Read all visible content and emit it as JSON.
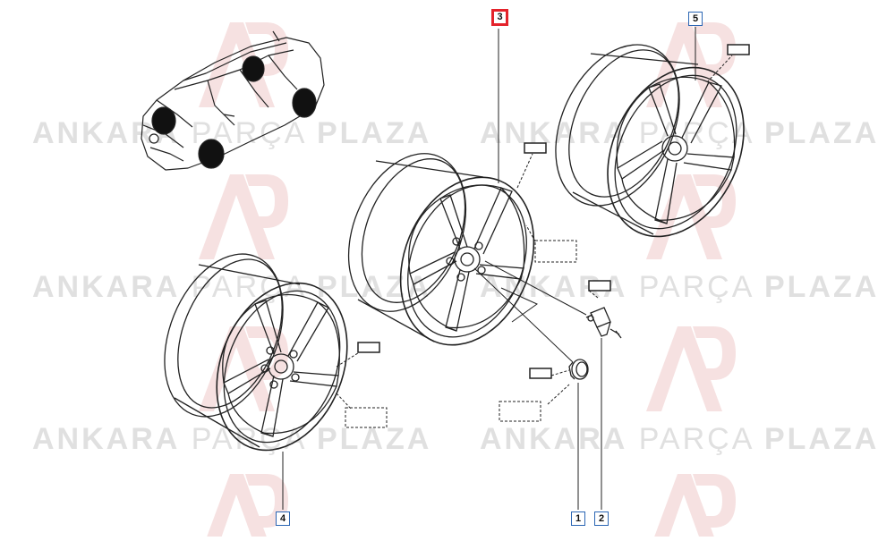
{
  "watermark": {
    "text_bold_1": "ANKARA",
    "text_light": "PARÇA",
    "text_bold_2": "PLAZA",
    "logo": "AP",
    "color": "#e2e2e2",
    "logo_color": "#f3d8d8"
  },
  "callouts": [
    {
      "id": "1",
      "label": "1",
      "selected": false
    },
    {
      "id": "2",
      "label": "2",
      "selected": false
    },
    {
      "id": "3",
      "label": "3",
      "selected": true
    },
    {
      "id": "4",
      "label": "4",
      "selected": false
    },
    {
      "id": "5",
      "label": "5",
      "selected": false
    }
  ],
  "colors": {
    "line": "#222222",
    "callout_border": "#2b66b4",
    "callout_selected": "#e4232b"
  },
  "icons": [
    "car-location-icon",
    "alloy-wheel-icon",
    "valve-icon",
    "center-cap-icon"
  ]
}
